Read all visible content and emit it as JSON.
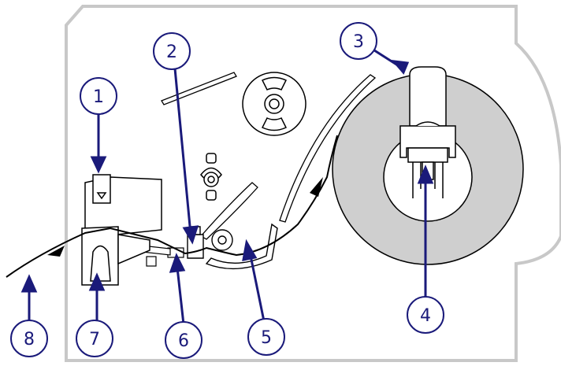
{
  "colors": {
    "callout": "#1a1a7a",
    "callout_fill": "#ffffff",
    "outline": "#c8c8c8",
    "roll": "#cfcfcf",
    "line": "#000000"
  },
  "callouts": [
    {
      "id": "1",
      "label": "1"
    },
    {
      "id": "2",
      "label": "2"
    },
    {
      "id": "3",
      "label": "3"
    },
    {
      "id": "4",
      "label": "4"
    },
    {
      "id": "5",
      "label": "5"
    },
    {
      "id": "6",
      "label": "6"
    },
    {
      "id": "7",
      "label": "7"
    },
    {
      "id": "8",
      "label": "8"
    }
  ]
}
